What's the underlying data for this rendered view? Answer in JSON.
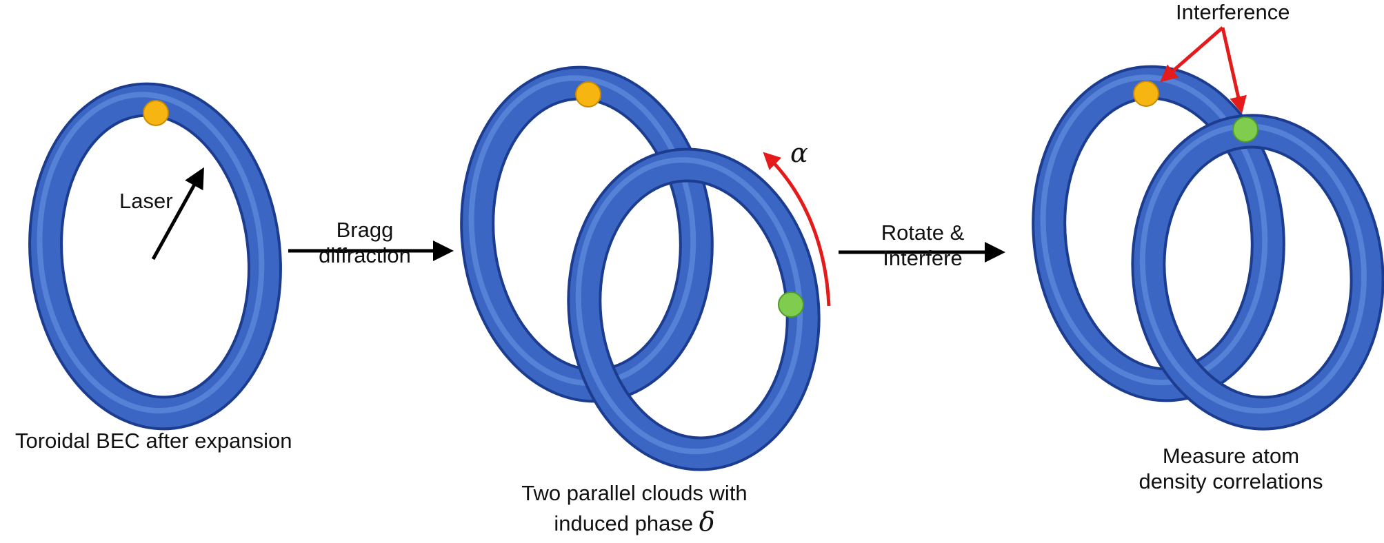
{
  "panel1": {
    "caption": "Toroidal BEC after expansion",
    "laser_label": "Laser"
  },
  "step1": {
    "line1": "Bragg",
    "line2": "diffraction"
  },
  "panel2": {
    "caption_line1": "Two parallel clouds with",
    "caption_line2": "induced phase",
    "phase_symbol": "δ",
    "rotation_symbol": "α"
  },
  "step2": {
    "line1": "Rotate &",
    "line2": "Interfere"
  },
  "panel3": {
    "interference_label": "Interference",
    "caption_line1": "Measure atom",
    "caption_line2": "density correlations"
  },
  "colors": {
    "torus": "#3b66c4",
    "torus_dark": "#1b3c8f",
    "marker_orange": "#f6b510",
    "marker_green": "#7fcc4e",
    "arrow_red": "#e41b1b",
    "arrow_black": "#000000"
  }
}
